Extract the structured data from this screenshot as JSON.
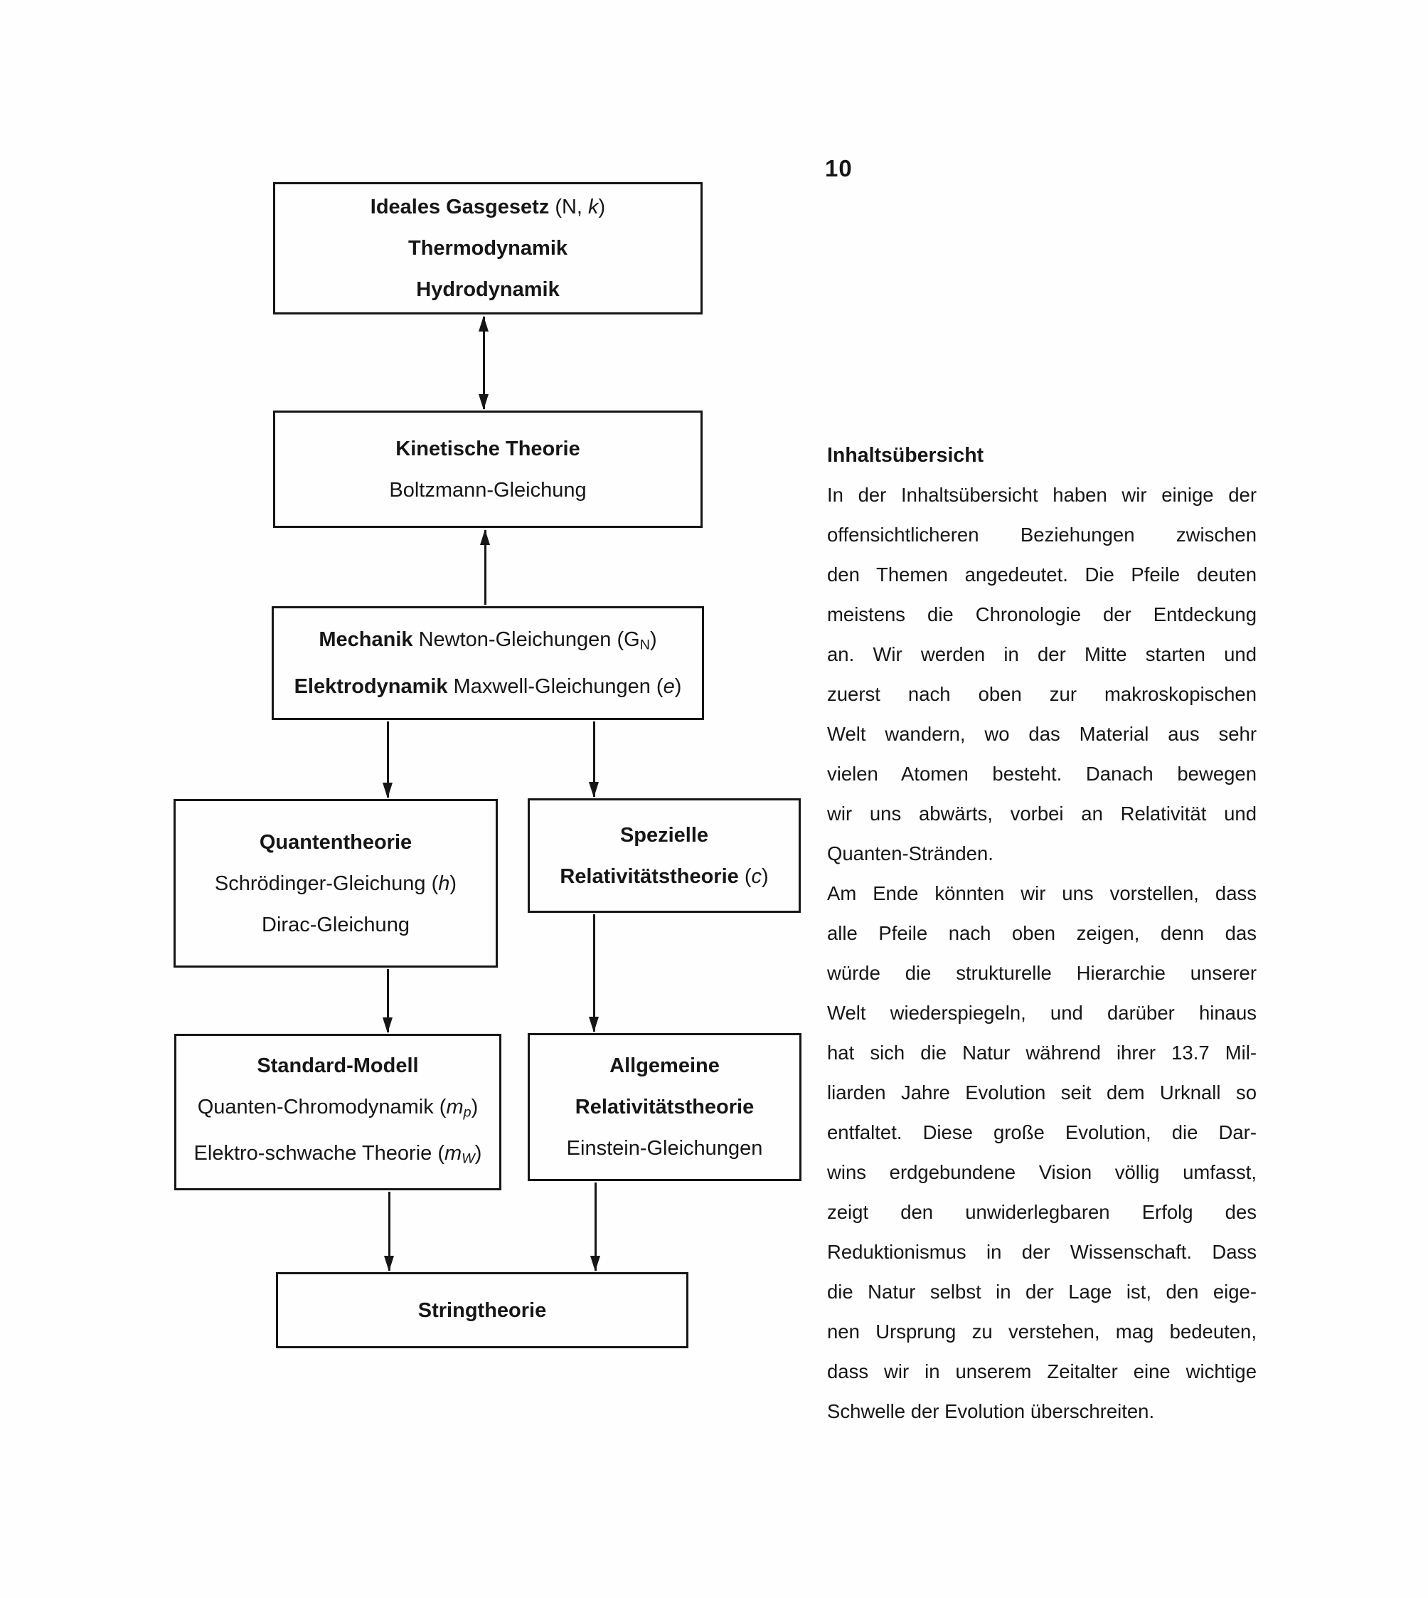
{
  "page": {
    "number": "10"
  },
  "diagram": {
    "boxes": [
      {
        "name": "ideales-gasgesetz",
        "lines": [
          [
            {
              "t": "Ideales Gasgesetz",
              "s": "b"
            },
            {
              "t": " (N, ",
              "s": "r"
            },
            {
              "t": "k",
              "s": "i"
            },
            {
              "t": ")",
              "s": "r"
            }
          ],
          [
            {
              "t": "Thermodynamik",
              "s": "b"
            }
          ],
          [
            {
              "t": "Hydrodynamik",
              "s": "b"
            }
          ]
        ]
      },
      {
        "name": "kinetische-theorie",
        "lines": [
          [
            {
              "t": "Kinetische Theorie",
              "s": "b"
            }
          ],
          [
            {
              "t": "Boltzmann-Gleichung",
              "s": "r"
            }
          ]
        ]
      },
      {
        "name": "mechanik-elektrodynamik",
        "lines": [
          [
            {
              "t": "Mechanik",
              "s": "b"
            },
            {
              "t": " Newton-Gleichungen (G",
              "s": "r"
            },
            {
              "t": "N",
              "s": "sub"
            },
            {
              "t": ")",
              "s": "r"
            }
          ],
          [
            {
              "t": "Elektrodynamik",
              "s": "b"
            },
            {
              "t": " Maxwell-Gleichungen (",
              "s": "r"
            },
            {
              "t": "e",
              "s": "i"
            },
            {
              "t": ")",
              "s": "r"
            }
          ]
        ]
      },
      {
        "name": "quantentheorie",
        "lines": [
          [
            {
              "t": "Quantentheorie",
              "s": "b"
            }
          ],
          [
            {
              "t": "Schrödinger-Gleichung (",
              "s": "r"
            },
            {
              "t": "h",
              "s": "i"
            },
            {
              "t": ")",
              "s": "r"
            }
          ],
          [
            {
              "t": "Dirac-Gleichung",
              "s": "r"
            }
          ]
        ]
      },
      {
        "name": "spezielle-relativitaetstheorie",
        "lines": [
          [
            {
              "t": "Spezielle",
              "s": "b"
            }
          ],
          [
            {
              "t": "Relativitätstheorie",
              "s": "b"
            },
            {
              "t": " (",
              "s": "r"
            },
            {
              "t": "c",
              "s": "i"
            },
            {
              "t": ")",
              "s": "r"
            }
          ]
        ]
      },
      {
        "name": "standard-modell",
        "lines": [
          [
            {
              "t": "Standard-Modell",
              "s": "b"
            }
          ],
          [
            {
              "t": "Quanten-Chromodynamik (",
              "s": "r"
            },
            {
              "t": "m",
              "s": "i"
            },
            {
              "t": "p",
              "s": "subi"
            },
            {
              "t": ")",
              "s": "r"
            }
          ],
          [
            {
              "t": "Elektro-schwache Theorie (",
              "s": "r"
            },
            {
              "t": "m",
              "s": "i"
            },
            {
              "t": "W",
              "s": "subi"
            },
            {
              "t": ")",
              "s": "r"
            }
          ]
        ]
      },
      {
        "name": "allgemeine-relativitaetstheorie",
        "lines": [
          [
            {
              "t": "Allgemeine",
              "s": "b"
            }
          ],
          [
            {
              "t": "Relativitätstheorie",
              "s": "b"
            }
          ],
          [
            {
              "t": "Einstein-Gleichungen",
              "s": "r"
            }
          ]
        ]
      },
      {
        "name": "stringtheorie",
        "lines": [
          [
            {
              "t": "Stringtheorie",
              "s": "b"
            }
          ]
        ]
      }
    ],
    "connections": [
      {
        "from": "ideales-gasgesetz",
        "to": "kinetische-theorie",
        "direction": "both"
      },
      {
        "from": "mechanik-elektrodynamik",
        "to": "kinetische-theorie",
        "direction": "up"
      },
      {
        "from": "mechanik-elektrodynamik",
        "to": "quantentheorie",
        "direction": "down"
      },
      {
        "from": "mechanik-elektrodynamik",
        "to": "spezielle-relativitaetstheorie",
        "direction": "down"
      },
      {
        "from": "quantentheorie",
        "to": "standard-modell",
        "direction": "down"
      },
      {
        "from": "spezielle-relativitaetstheorie",
        "to": "allgemeine-relativitaetstheorie",
        "direction": "down"
      },
      {
        "from": "standard-modell",
        "to": "stringtheorie",
        "direction": "down"
      },
      {
        "from": "allgemeine-relativitaetstheorie",
        "to": "stringtheorie",
        "direction": "down"
      }
    ],
    "ink_color": "#161616",
    "paper_color": "#fefefe"
  },
  "article": {
    "heading": "Inhaltsübersicht",
    "paragraphs": [
      {
        "lines": [
          "In der Inhaltsübersicht haben wir einige der",
          "offensichtlicheren Beziehungen zwischen",
          "den Themen angedeutet. Die Pfeile deuten",
          "meistens die Chronologie der Entdeckung",
          "an. Wir werden in der Mitte starten und",
          "zuerst nach oben zur makroskopischen",
          "Welt wandern, wo das Material aus sehr",
          "vielen Atomen besteht. Danach bewegen",
          "wir uns abwärts, vorbei an Relativität und",
          "Quanten-Stränden."
        ]
      },
      {
        "lines": [
          "Am Ende könnten wir uns vorstellen, dass",
          "alle Pfeile nach oben zeigen, denn das",
          "würde die strukturelle Hierarchie unserer",
          "Welt wiederspiegeln, und darüber hinaus",
          "hat sich die Natur während ihrer 13.7 Mil-",
          "liarden Jahre Evolution seit dem Urknall so",
          "entfaltet. Diese große Evolution, die Dar-",
          "wins erdgebundene Vision völlig umfasst,",
          "zeigt den unwiderlegbaren Erfolg des",
          "Reduktionismus in der Wissenschaft. Dass",
          "die Natur selbst in der Lage ist, den eige-",
          "nen Ursprung zu verstehen, mag bedeuten,",
          "dass wir in unserem Zeitalter eine wichtige",
          "Schwelle der Evolution überschreiten."
        ]
      }
    ]
  }
}
